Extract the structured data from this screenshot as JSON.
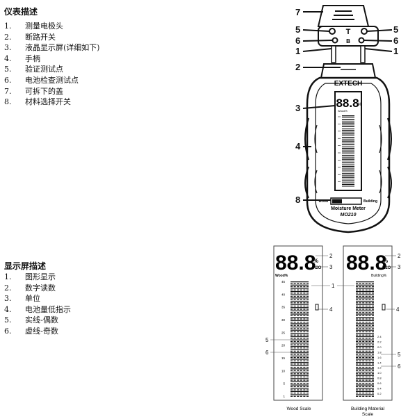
{
  "meter_section": {
    "title": "仪表描述",
    "items": [
      {
        "num": "1.",
        "text": "测量电极头"
      },
      {
        "num": "2.",
        "text": "断路开关"
      },
      {
        "num": "3.",
        "text": "液晶显示屏(详细如下)"
      },
      {
        "num": "4.",
        "text": "手柄"
      },
      {
        "num": "5.",
        "text": "验证测试点"
      },
      {
        "num": "6.",
        "text": "电池检查测试点"
      },
      {
        "num": "7.",
        "text": "可拆下的盖"
      },
      {
        "num": "8.",
        "text": "材料选择开关"
      }
    ]
  },
  "display_section": {
    "title": "显示屏描述",
    "items": [
      {
        "num": "1.",
        "text": "图形显示"
      },
      {
        "num": "2.",
        "text": "数字读数"
      },
      {
        "num": "3.",
        "text": "单位"
      },
      {
        "num": "4.",
        "text": "电池量低指示"
      },
      {
        "num": "5.",
        "text": "实线-偶数"
      },
      {
        "num": "6.",
        "text": "虚线-奇数"
      }
    ]
  },
  "meter": {
    "brand": "EXTECH",
    "model_name": "Moisture Meter",
    "model_number": "MO210",
    "digits": "88.8",
    "unit": "%",
    "display_label": "Wood%",
    "switch_left": "Wood",
    "switch_right": "Building",
    "center_mark": "T",
    "battery_mark": "B",
    "callouts": {
      "c1": "1",
      "c2": "2",
      "c3": "3",
      "c4": "4",
      "c5": "5",
      "c6": "6",
      "c7": "7",
      "c8": "8"
    }
  },
  "lcd_wood": {
    "digits": "88.8",
    "unit_pct": "%",
    "unit_h2o": "H2O",
    "label": "Wood%",
    "caption": "Wood Scale",
    "ticks": [
      "45",
      "40",
      "35",
      "30",
      "25",
      "20",
      "15",
      "10",
      "5",
      "1"
    ],
    "callouts": {
      "c1": "1",
      "c2": "2",
      "c3": "3",
      "c4": "4",
      "c5": "5",
      "c6": "6"
    }
  },
  "lcd_building": {
    "digits": "88.8",
    "unit_pct": "%",
    "unit_h2o": "H2O",
    "label": "Building%",
    "caption_line1": "Building Material",
    "caption_line2": "Scale",
    "ticks": [
      "2.4",
      "2.2",
      "2.0",
      "1.8",
      "1.6",
      "1.4",
      "1.2",
      "1.0",
      "0.8",
      "0.6",
      "0.4",
      "0.2"
    ],
    "callouts": {
      "c2": "2",
      "c3": "3",
      "c4": "4",
      "c5": "5",
      "c6": "6"
    }
  }
}
